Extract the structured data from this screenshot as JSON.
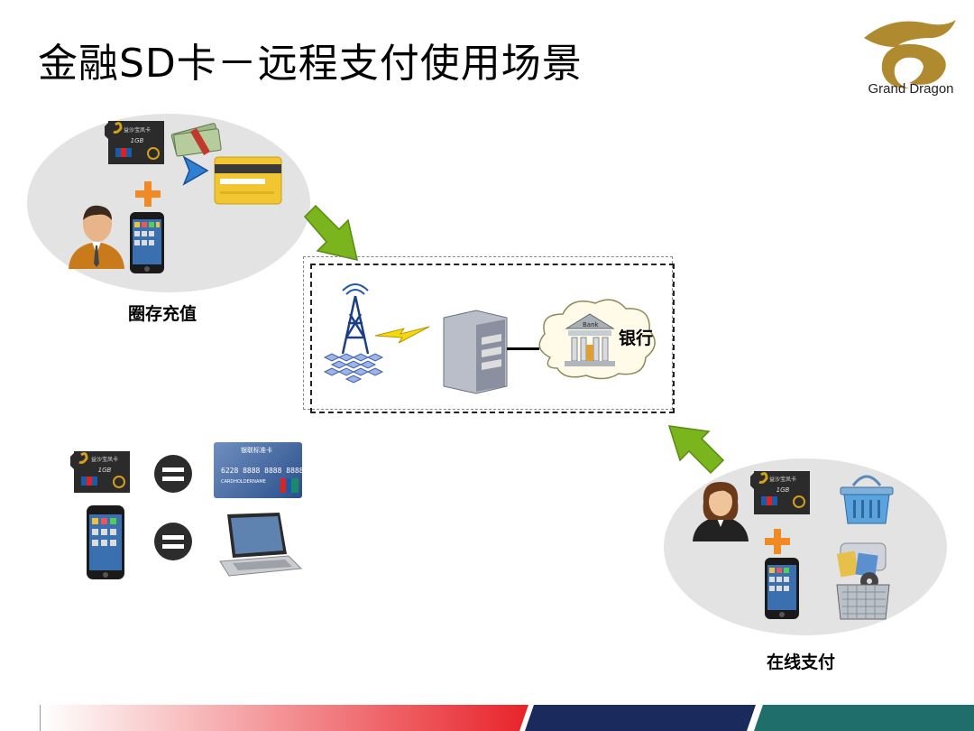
{
  "slide": {
    "title": "金融SD卡－远程支付使用场景",
    "logo_text": "Grand Dragon"
  },
  "scenes": {
    "topup_label": "圈存充值",
    "online_pay_label": "在线支付",
    "bank_label": "银行"
  },
  "sd_card": {
    "brand_text": "益沙宝凤卡",
    "capacity": "1GB"
  },
  "bank_card": {
    "title": "银联标准卡",
    "number": "6228 8888 8888 8888",
    "holder": "CARDHOLDERNAME"
  },
  "bank_building_text": "Bank",
  "colors": {
    "accent_red": "#e8232a",
    "accent_navy": "#1b2a5c",
    "accent_teal": "#1f6e6b",
    "arrow_green": "#7ab51d",
    "logo_gold": "#b08a2e"
  }
}
